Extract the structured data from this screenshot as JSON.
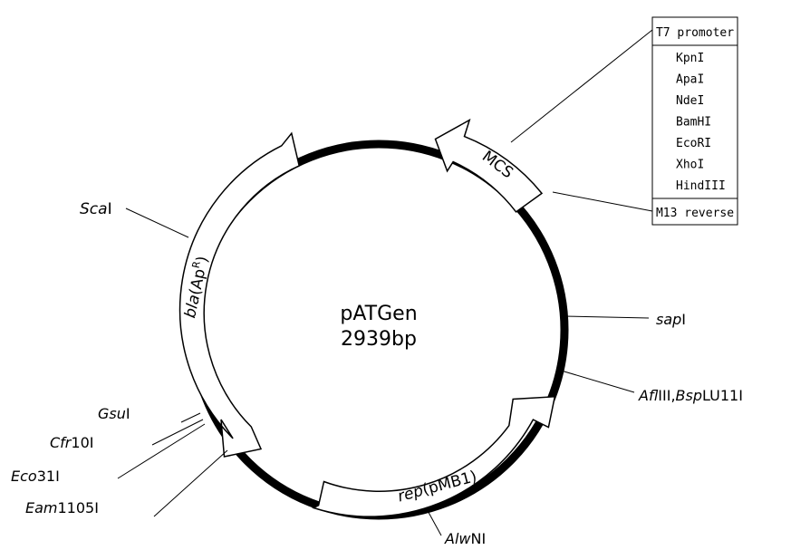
{
  "plasmid": {
    "name": "pATGen",
    "size": "2939bp"
  },
  "features": {
    "bla": {
      "label": "bla(ApR)",
      "label_italic": "bla",
      "label_rest": "(Ap",
      "label_sup": "R",
      "label_end": ")"
    },
    "mcs": {
      "label": "MCS"
    },
    "rep": {
      "label_italic": "rep",
      "label_rest": "(pMB1)"
    }
  },
  "sites": {
    "scai": {
      "italic": "Sca",
      "rest": "I"
    },
    "sapi": {
      "italic": "sap",
      "rest": "I"
    },
    "afliii": {
      "italic1": "Afl",
      "rest1": "III,",
      "italic2": "Bsp",
      "rest2": "LU11I"
    },
    "alwni": {
      "italic": "Alw",
      "rest": "NI"
    },
    "gsui": {
      "italic": "Gsu",
      "rest": "I"
    },
    "cfr10i": {
      "italic": "Cfr",
      "rest": "10I"
    },
    "eco31i": {
      "italic": "Eco",
      "rest": "31I"
    },
    "eam1105i": {
      "italic": "Eam",
      "rest": "1105I"
    }
  },
  "mcs_box": {
    "top": "T7 promoter",
    "sites": [
      "KpnI",
      "ApaI",
      "NdeI",
      "BamHI",
      "EcoRI",
      "XhoI",
      "HindIII"
    ],
    "bottom": "M13 reverse"
  }
}
